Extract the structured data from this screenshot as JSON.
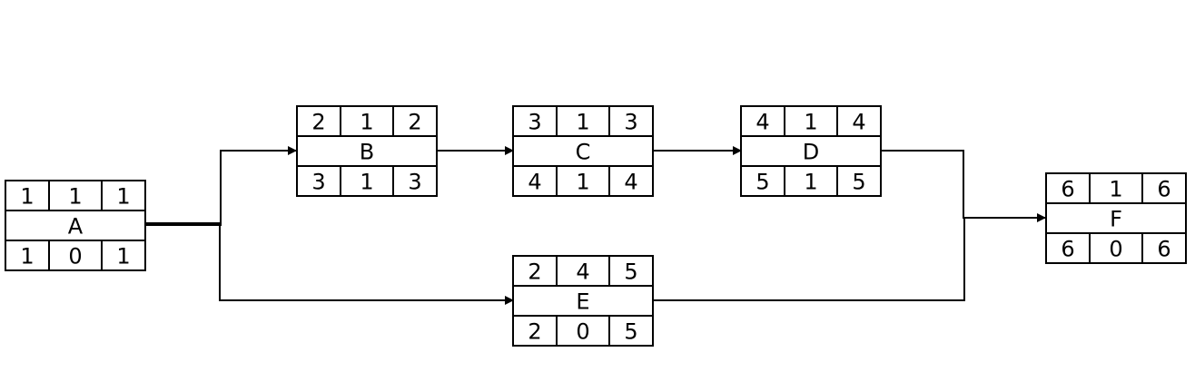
{
  "diagram": {
    "nodes": [
      {
        "id": "A",
        "label": "A",
        "top": [
          "1",
          "1",
          "1"
        ],
        "bottom": [
          "1",
          "0",
          "1"
        ]
      },
      {
        "id": "B",
        "label": "B",
        "top": [
          "2",
          "1",
          "2"
        ],
        "bottom": [
          "3",
          "1",
          "3"
        ]
      },
      {
        "id": "C",
        "label": "C",
        "top": [
          "3",
          "1",
          "3"
        ],
        "bottom": [
          "4",
          "1",
          "4"
        ]
      },
      {
        "id": "D",
        "label": "D",
        "top": [
          "4",
          "1",
          "4"
        ],
        "bottom": [
          "5",
          "1",
          "5"
        ]
      },
      {
        "id": "E",
        "label": "E",
        "top": [
          "2",
          "4",
          "5"
        ],
        "bottom": [
          "2",
          "0",
          "5"
        ]
      },
      {
        "id": "F",
        "label": "F",
        "top": [
          "6",
          "1",
          "6"
        ],
        "bottom": [
          "6",
          "0",
          "6"
        ]
      }
    ],
    "edges": [
      {
        "from": "A",
        "to": "B"
      },
      {
        "from": "A",
        "to": "E"
      },
      {
        "from": "B",
        "to": "C"
      },
      {
        "from": "C",
        "to": "D"
      },
      {
        "from": "D",
        "to": "F"
      },
      {
        "from": "E",
        "to": "F"
      }
    ],
    "colors": {
      "stroke": "#000000",
      "background": "#ffffff"
    }
  }
}
